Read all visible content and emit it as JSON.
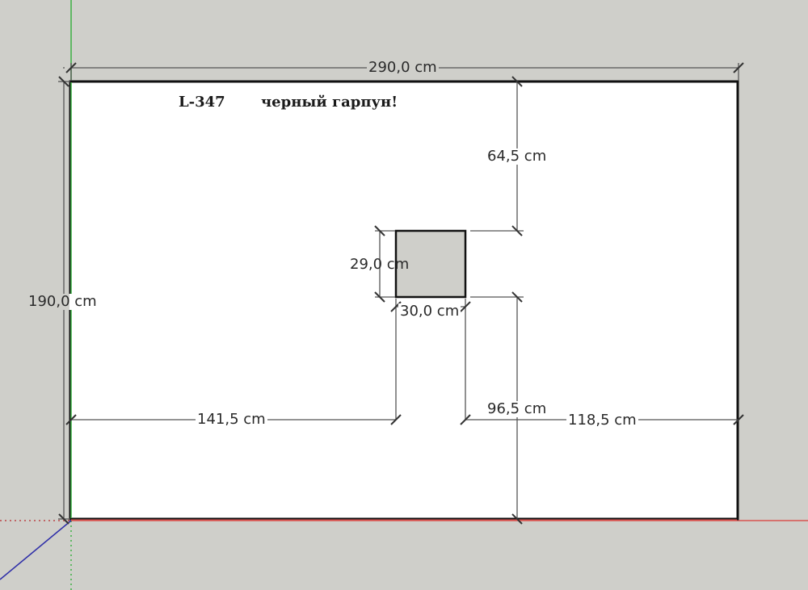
{
  "viewport": {
    "background": "#cfcfca",
    "axes": {
      "green_axis_color": "#3cb043",
      "red_axis_color": "#d9534f",
      "blue_axis_color": "#2f2fa8"
    }
  },
  "panel": {
    "fill": "#ffffff",
    "stroke": "#111111",
    "title_code": "L-347",
    "title_note": "черный гарпун!"
  },
  "cutout": {
    "fill": "#cfcfca",
    "stroke": "#111111"
  },
  "dimensions": {
    "overall_width": "290,0 cm",
    "overall_height": "190,0 cm",
    "top_to_cutout": "64,5 cm",
    "cutout_height": "29,0 cm",
    "cutout_width": "30,0 cm",
    "left_to_cutout": "141,5 cm",
    "cutout_to_bottom": "96,5 cm",
    "cutout_to_right": "118,5 cm"
  }
}
